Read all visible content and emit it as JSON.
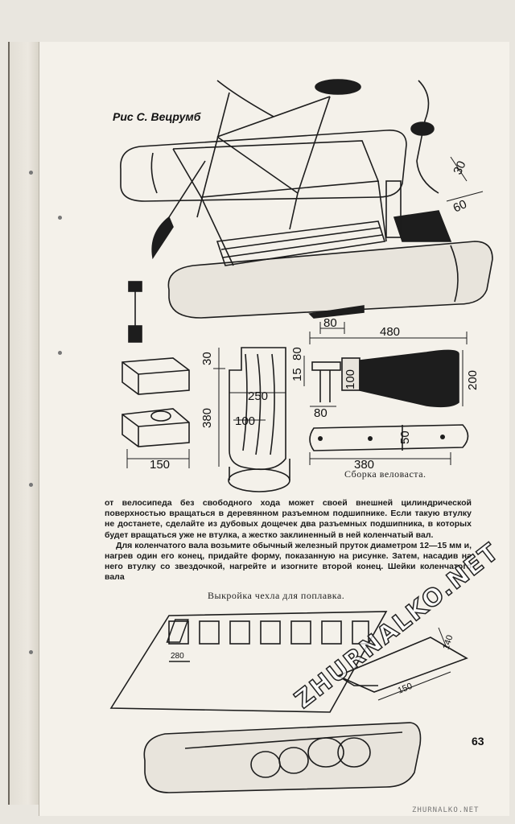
{
  "figure_credit": "Рис С. Вецрумб",
  "dimensions": {
    "crank_30": "30",
    "crank_60": "60",
    "paddle_80_top": "80",
    "paddle_480": "480",
    "paddle_15": "15",
    "paddle_80_side": "80",
    "paddle_100": "100",
    "paddle_200": "200",
    "paddle_80_bottom": "80",
    "handle_50": "50",
    "handle_380": "380",
    "bearing_150": "150",
    "plate_30": "30",
    "plate_250": "250",
    "plate_380": "380",
    "plate_100": "100",
    "pattern_280": "280",
    "pattern_140": "140",
    "pattern_150": "150"
  },
  "captions": {
    "paddle_assembly": "Сборка веловаста.",
    "cover_pattern": "Выкройка чехла для поплавка."
  },
  "body_paragraphs": [
    "от велосипеда без свободного хода может своей внешней цилиндрической поверхностью вращаться в деревянном разъемном подшипнике. Если такую втулку не достанете, сделайте из дубовых дощечек два разъемных подшипника, в которых будет вращаться уже не втулка, а жестко заклиненный в ней коленчатый вал.",
    "Для коленчатого вала возьмите обычный железный пруток диаметром 12—15 мм и, нагрев один его конец, придайте форму, показанную на рисунке. Затем, насадив на него втулку со звездочкой, нагрейте и изогните второй конец. Шейки коленчатого вала"
  ],
  "page_number": "63",
  "watermark": "ZHURNALKO.NET",
  "site_mark": "ZHURNALKO.NET"
}
